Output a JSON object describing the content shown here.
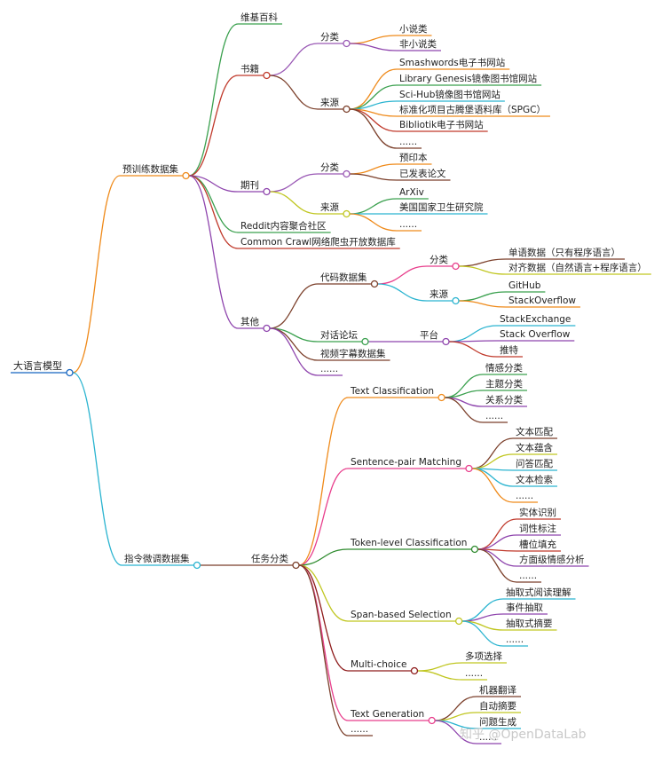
{
  "watermark": "知乎 @OpenDataLab",
  "colors": {
    "root": "#1565c0",
    "pretrain": "#ef8a1a",
    "instruct": "#2bb4d0",
    "wiki": "#3aa04e",
    "books": "#c0392b",
    "books_category": "#9a59b5",
    "books_source": "#7b3f2a",
    "journal": "#8e44ad",
    "journal_category": "#9a59b5",
    "journal_source": "#c0c620",
    "reddit": "#3aa04e",
    "common_crawl": "#c0392b",
    "other": "#8e44ad",
    "code": "#7b3f2a",
    "code_category": "#e83e8c",
    "code_source": "#2bb4d0",
    "dialogue": "#3aa04e",
    "platform": "#8e44ad",
    "video": "#7b3f2a",
    "task_category": "#7b3f2a",
    "text_classification": "#ef8a1a",
    "sentence_pair": "#e83e8c",
    "token_level": "#2e8b2e",
    "span_based": "#c0c620",
    "multi_choice": "#8e1b1b",
    "text_generation": "#e83e8c",
    "leaf_palette": [
      "#ef8a1a",
      "#3aa04e",
      "#2bb4d0",
      "#8e44ad",
      "#c0392b",
      "#7b3f2a",
      "#c0c620"
    ]
  },
  "tree": {
    "label": "大语言模型",
    "children": [
      {
        "label": "预训练数据集",
        "children": [
          {
            "label": "维基百科"
          },
          {
            "label": "书籍",
            "children": [
              {
                "label": "分类",
                "children": [
                  {
                    "label": "小说类"
                  },
                  {
                    "label": "非小说类"
                  }
                ]
              },
              {
                "label": "来源",
                "children": [
                  {
                    "label": "Smashwords电子书网站"
                  },
                  {
                    "label": "Library Genesis镜像图书馆网站"
                  },
                  {
                    "label": "Sci-Hub镜像图书馆网站"
                  },
                  {
                    "label": "标准化项目古腾堡语料库（SPGC）"
                  },
                  {
                    "label": "Bibliotik电子书网站"
                  },
                  {
                    "label": "......"
                  }
                ]
              }
            ]
          },
          {
            "label": "期刊",
            "children": [
              {
                "label": "分类",
                "children": [
                  {
                    "label": "预印本"
                  },
                  {
                    "label": "已发表论文"
                  }
                ]
              },
              {
                "label": "来源",
                "children": [
                  {
                    "label": "ArXiv"
                  },
                  {
                    "label": "美国国家卫生研究院"
                  },
                  {
                    "label": "......"
                  }
                ]
              }
            ]
          },
          {
            "label": "Reddit内容聚合社区"
          },
          {
            "label": "Common Crawl网络爬虫开放数据库"
          },
          {
            "label": "其他",
            "children": [
              {
                "label": "代码数据集",
                "children": [
                  {
                    "label": "分类",
                    "children": [
                      {
                        "label": "单语数据（只有程序语言）"
                      },
                      {
                        "label": "对齐数据（自然语言+程序语言）"
                      }
                    ]
                  },
                  {
                    "label": "来源",
                    "children": [
                      {
                        "label": "GitHub"
                      },
                      {
                        "label": "StackOverflow"
                      }
                    ]
                  }
                ]
              },
              {
                "label": "对话论坛",
                "children": [
                  {
                    "label": "平台",
                    "children": [
                      {
                        "label": "StackExchange"
                      },
                      {
                        "label": "Stack Overflow"
                      },
                      {
                        "label": "推特"
                      }
                    ]
                  }
                ]
              },
              {
                "label": "视频字幕数据集"
              },
              {
                "label": "......"
              }
            ]
          }
        ]
      },
      {
        "label": "指令微调数据集",
        "children": [
          {
            "label": "任务分类",
            "children": [
              {
                "label": "Text Classification",
                "children": [
                  {
                    "label": "情感分类"
                  },
                  {
                    "label": "主题分类"
                  },
                  {
                    "label": "关系分类"
                  },
                  {
                    "label": "......"
                  }
                ]
              },
              {
                "label": "Sentence-pair Matching",
                "children": [
                  {
                    "label": "文本匹配"
                  },
                  {
                    "label": "文本蕴含"
                  },
                  {
                    "label": "问答匹配"
                  },
                  {
                    "label": "文本检索"
                  },
                  {
                    "label": "......"
                  }
                ]
              },
              {
                "label": "Token-level Classification",
                "children": [
                  {
                    "label": "实体识别"
                  },
                  {
                    "label": "词性标注"
                  },
                  {
                    "label": "槽位填充"
                  },
                  {
                    "label": "方面级情感分析"
                  },
                  {
                    "label": "......"
                  }
                ]
              },
              {
                "label": "Span-based Selection",
                "children": [
                  {
                    "label": "抽取式阅读理解"
                  },
                  {
                    "label": "事件抽取"
                  },
                  {
                    "label": "抽取式摘要"
                  },
                  {
                    "label": "......"
                  }
                ]
              },
              {
                "label": "Multi-choice",
                "children": [
                  {
                    "label": "多项选择"
                  },
                  {
                    "label": "......"
                  }
                ]
              },
              {
                "label": "Text Generation",
                "children": [
                  {
                    "label": "机器翻译"
                  },
                  {
                    "label": "自动摘要"
                  },
                  {
                    "label": "问题生成"
                  },
                  {
                    "label": "......"
                  }
                ]
              },
              {
                "label": "......"
              }
            ]
          }
        ]
      }
    ]
  }
}
